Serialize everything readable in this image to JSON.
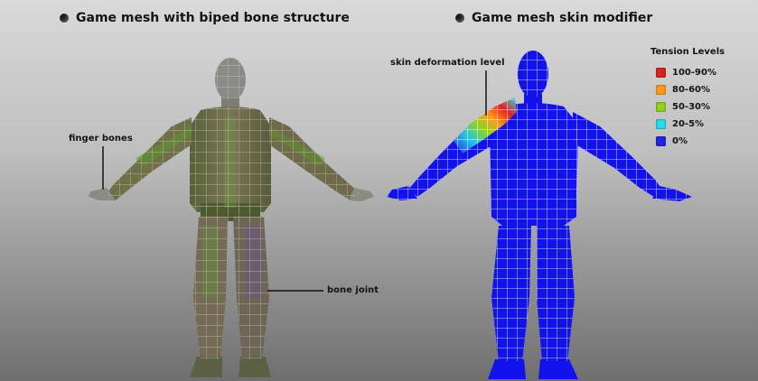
{
  "headings": {
    "left": "Game mesh with biped bone structure",
    "right": "Game mesh skin modifier"
  },
  "annotations": {
    "finger_bones": "finger bones",
    "bone_joint": "bone joint",
    "skin_deformation": "skin deformation level"
  },
  "legend": {
    "title": "Tension Levels",
    "items": [
      {
        "label": "100-90%",
        "color": "#e02020"
      },
      {
        "label": "80-60%",
        "color": "#ff9a1a"
      },
      {
        "label": "50-30%",
        "color": "#8ed61a"
      },
      {
        "label": "20-5%",
        "color": "#22e0f0"
      },
      {
        "label": "0%",
        "color": "#2424e8"
      }
    ]
  },
  "colors": {
    "left_mesh_fill": "#6b6a45",
    "left_mesh_wire": "#d8d8c0",
    "right_mesh_fill": "#1010ee",
    "right_mesh_wire": "#ffffff"
  }
}
